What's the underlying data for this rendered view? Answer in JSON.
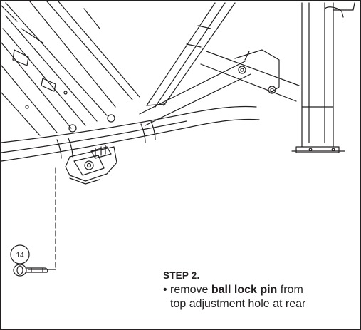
{
  "callout": {
    "part_number": "14"
  },
  "step": {
    "title": "STEP 2.",
    "bullet": "•",
    "line1_prefix": " remove ",
    "line1_bold": "ball lock pin",
    "line1_suffix": " from",
    "line2": "top adjustment hole at rear"
  },
  "colors": {
    "ink": "#231f20",
    "paper": "#ffffff"
  },
  "icons": {
    "part_callout": "circle-callout",
    "pin": "ball-lock-pin-icon"
  }
}
